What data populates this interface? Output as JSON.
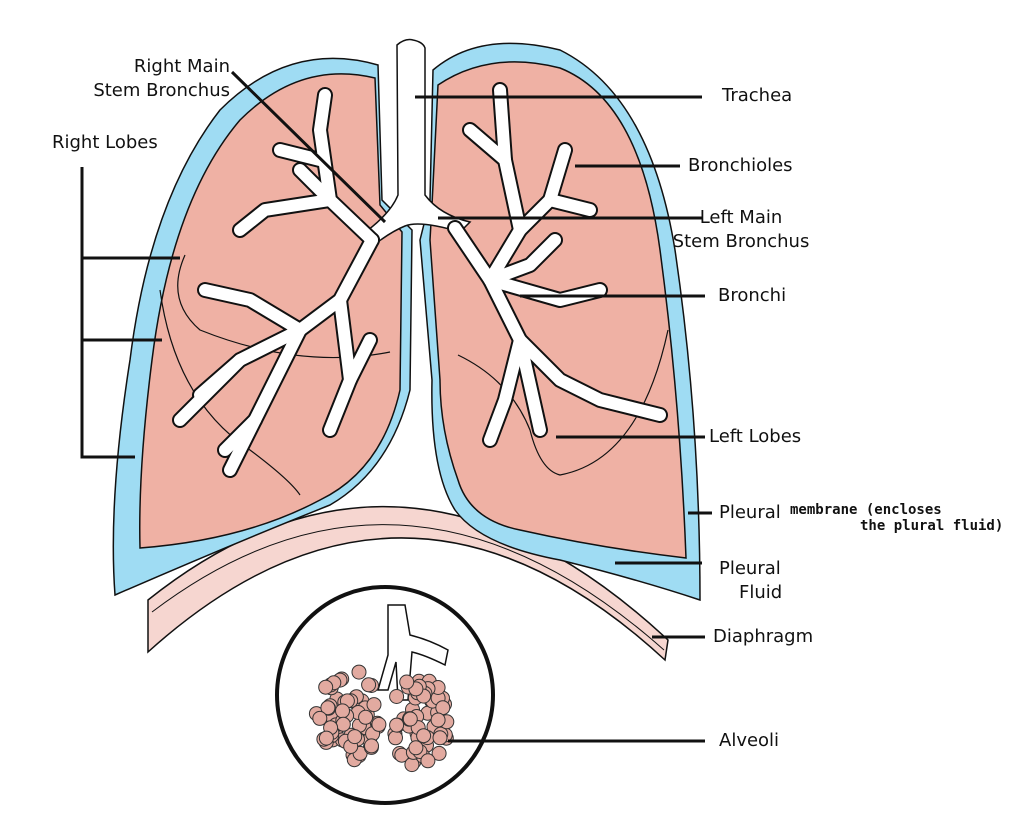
{
  "labels": {
    "right_main_stem_line1": "Right Main",
    "right_main_stem_line2": "Stem Bronchus",
    "right_lobes": "Right Lobes",
    "trachea": "Trachea",
    "bronchioles": "Bronchioles",
    "left_main_stem_line1": "Left Main",
    "left_main_stem_line2": "Stem Bronchus",
    "bronchi": "Bronchi",
    "left_lobes": "Left Lobes",
    "pleural": "Pleural",
    "pleural_note_line1": "membrane (encloses",
    "pleural_note_line2": "the plural fluid)",
    "pleural_fluid_line1": "Pleural",
    "pleural_fluid_line2": "Fluid",
    "diaphragm": "Diaphragm",
    "alveoli": "Alveoli"
  },
  "colors": {
    "lung_tissue": "#efb1a4",
    "pleural_fluid": "#9fdcf3",
    "diaphragm": "#f6d6d0",
    "airway": "#ffffff",
    "alveoli": "#e2aaa0",
    "outline": "#111111"
  }
}
